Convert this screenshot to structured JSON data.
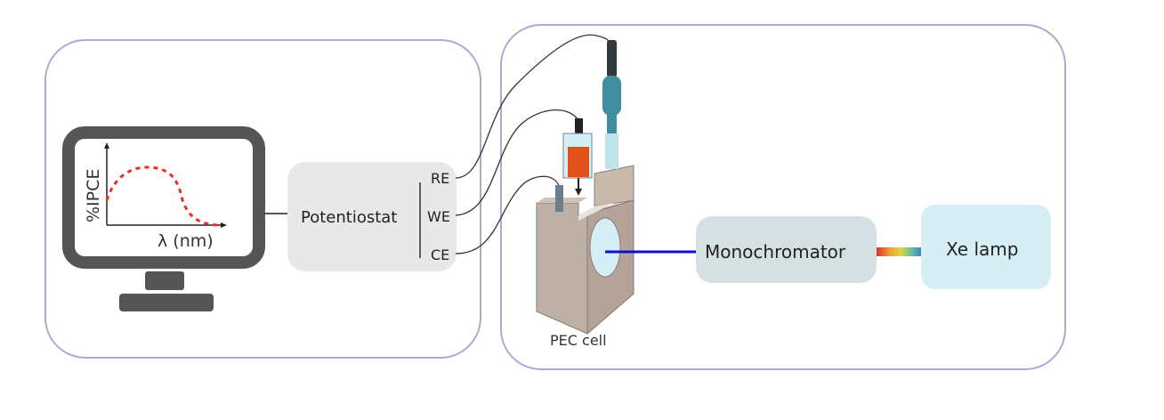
{
  "monitor": {
    "ylabel": "%IPCE",
    "xlabel": "λ (nm)",
    "curve_color": "#e8321e"
  },
  "potentiostat": {
    "label": "Potentiostat",
    "terminals": [
      "RE",
      "WE",
      "CE"
    ]
  },
  "pec_cell": {
    "label": "PEC cell"
  },
  "monochromator": {
    "label": "Monochromator"
  },
  "lamp": {
    "label": "Xe lamp"
  },
  "colors": {
    "frame": "#a9abd6",
    "beam": "#1010d0",
    "lamp_fill": "#d7eef4",
    "mono_fill": "#d5e0e3",
    "pot_fill": "#e8e8e8"
  }
}
